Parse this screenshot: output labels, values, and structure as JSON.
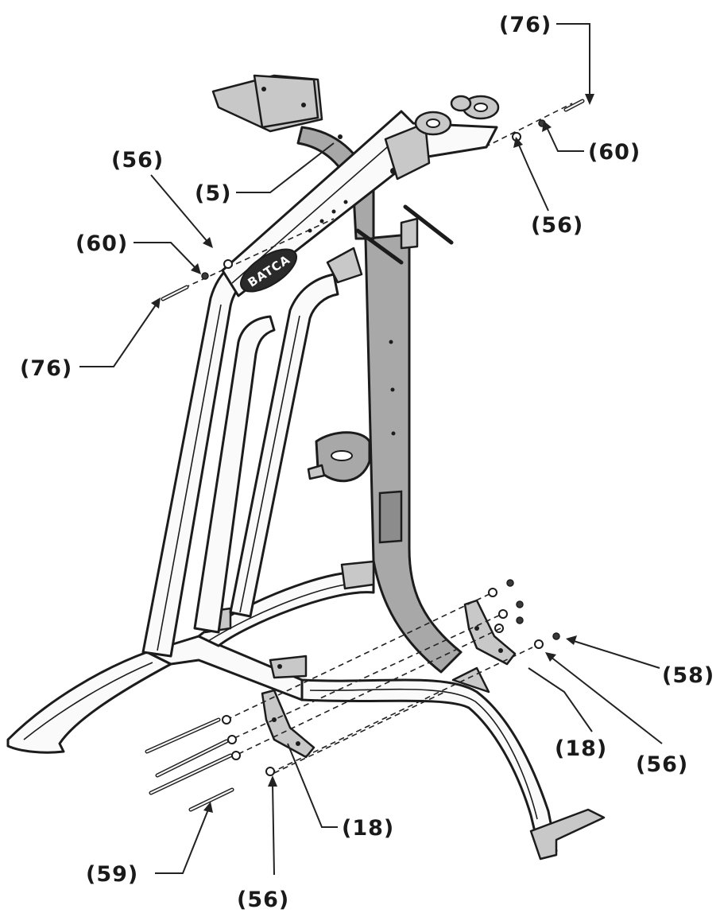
{
  "diagram": {
    "brand_logo": "BATCA",
    "callouts": [
      {
        "id": "c76-top",
        "label": "(76)"
      },
      {
        "id": "c60-right",
        "label": "(60)"
      },
      {
        "id": "c56-top-right",
        "label": "(56)"
      },
      {
        "id": "c56-top-left",
        "label": "(56)"
      },
      {
        "id": "c5",
        "label": "(5)"
      },
      {
        "id": "c60-left",
        "label": "(60)"
      },
      {
        "id": "c76-left",
        "label": "(76)"
      },
      {
        "id": "c58",
        "label": "(58)"
      },
      {
        "id": "c18-right",
        "label": "(18)"
      },
      {
        "id": "c56-bottom-right",
        "label": "(56)"
      },
      {
        "id": "c18-bottom",
        "label": "(18)"
      },
      {
        "id": "c59",
        "label": "(59)"
      },
      {
        "id": "c56-bottom",
        "label": "(56)"
      }
    ]
  }
}
